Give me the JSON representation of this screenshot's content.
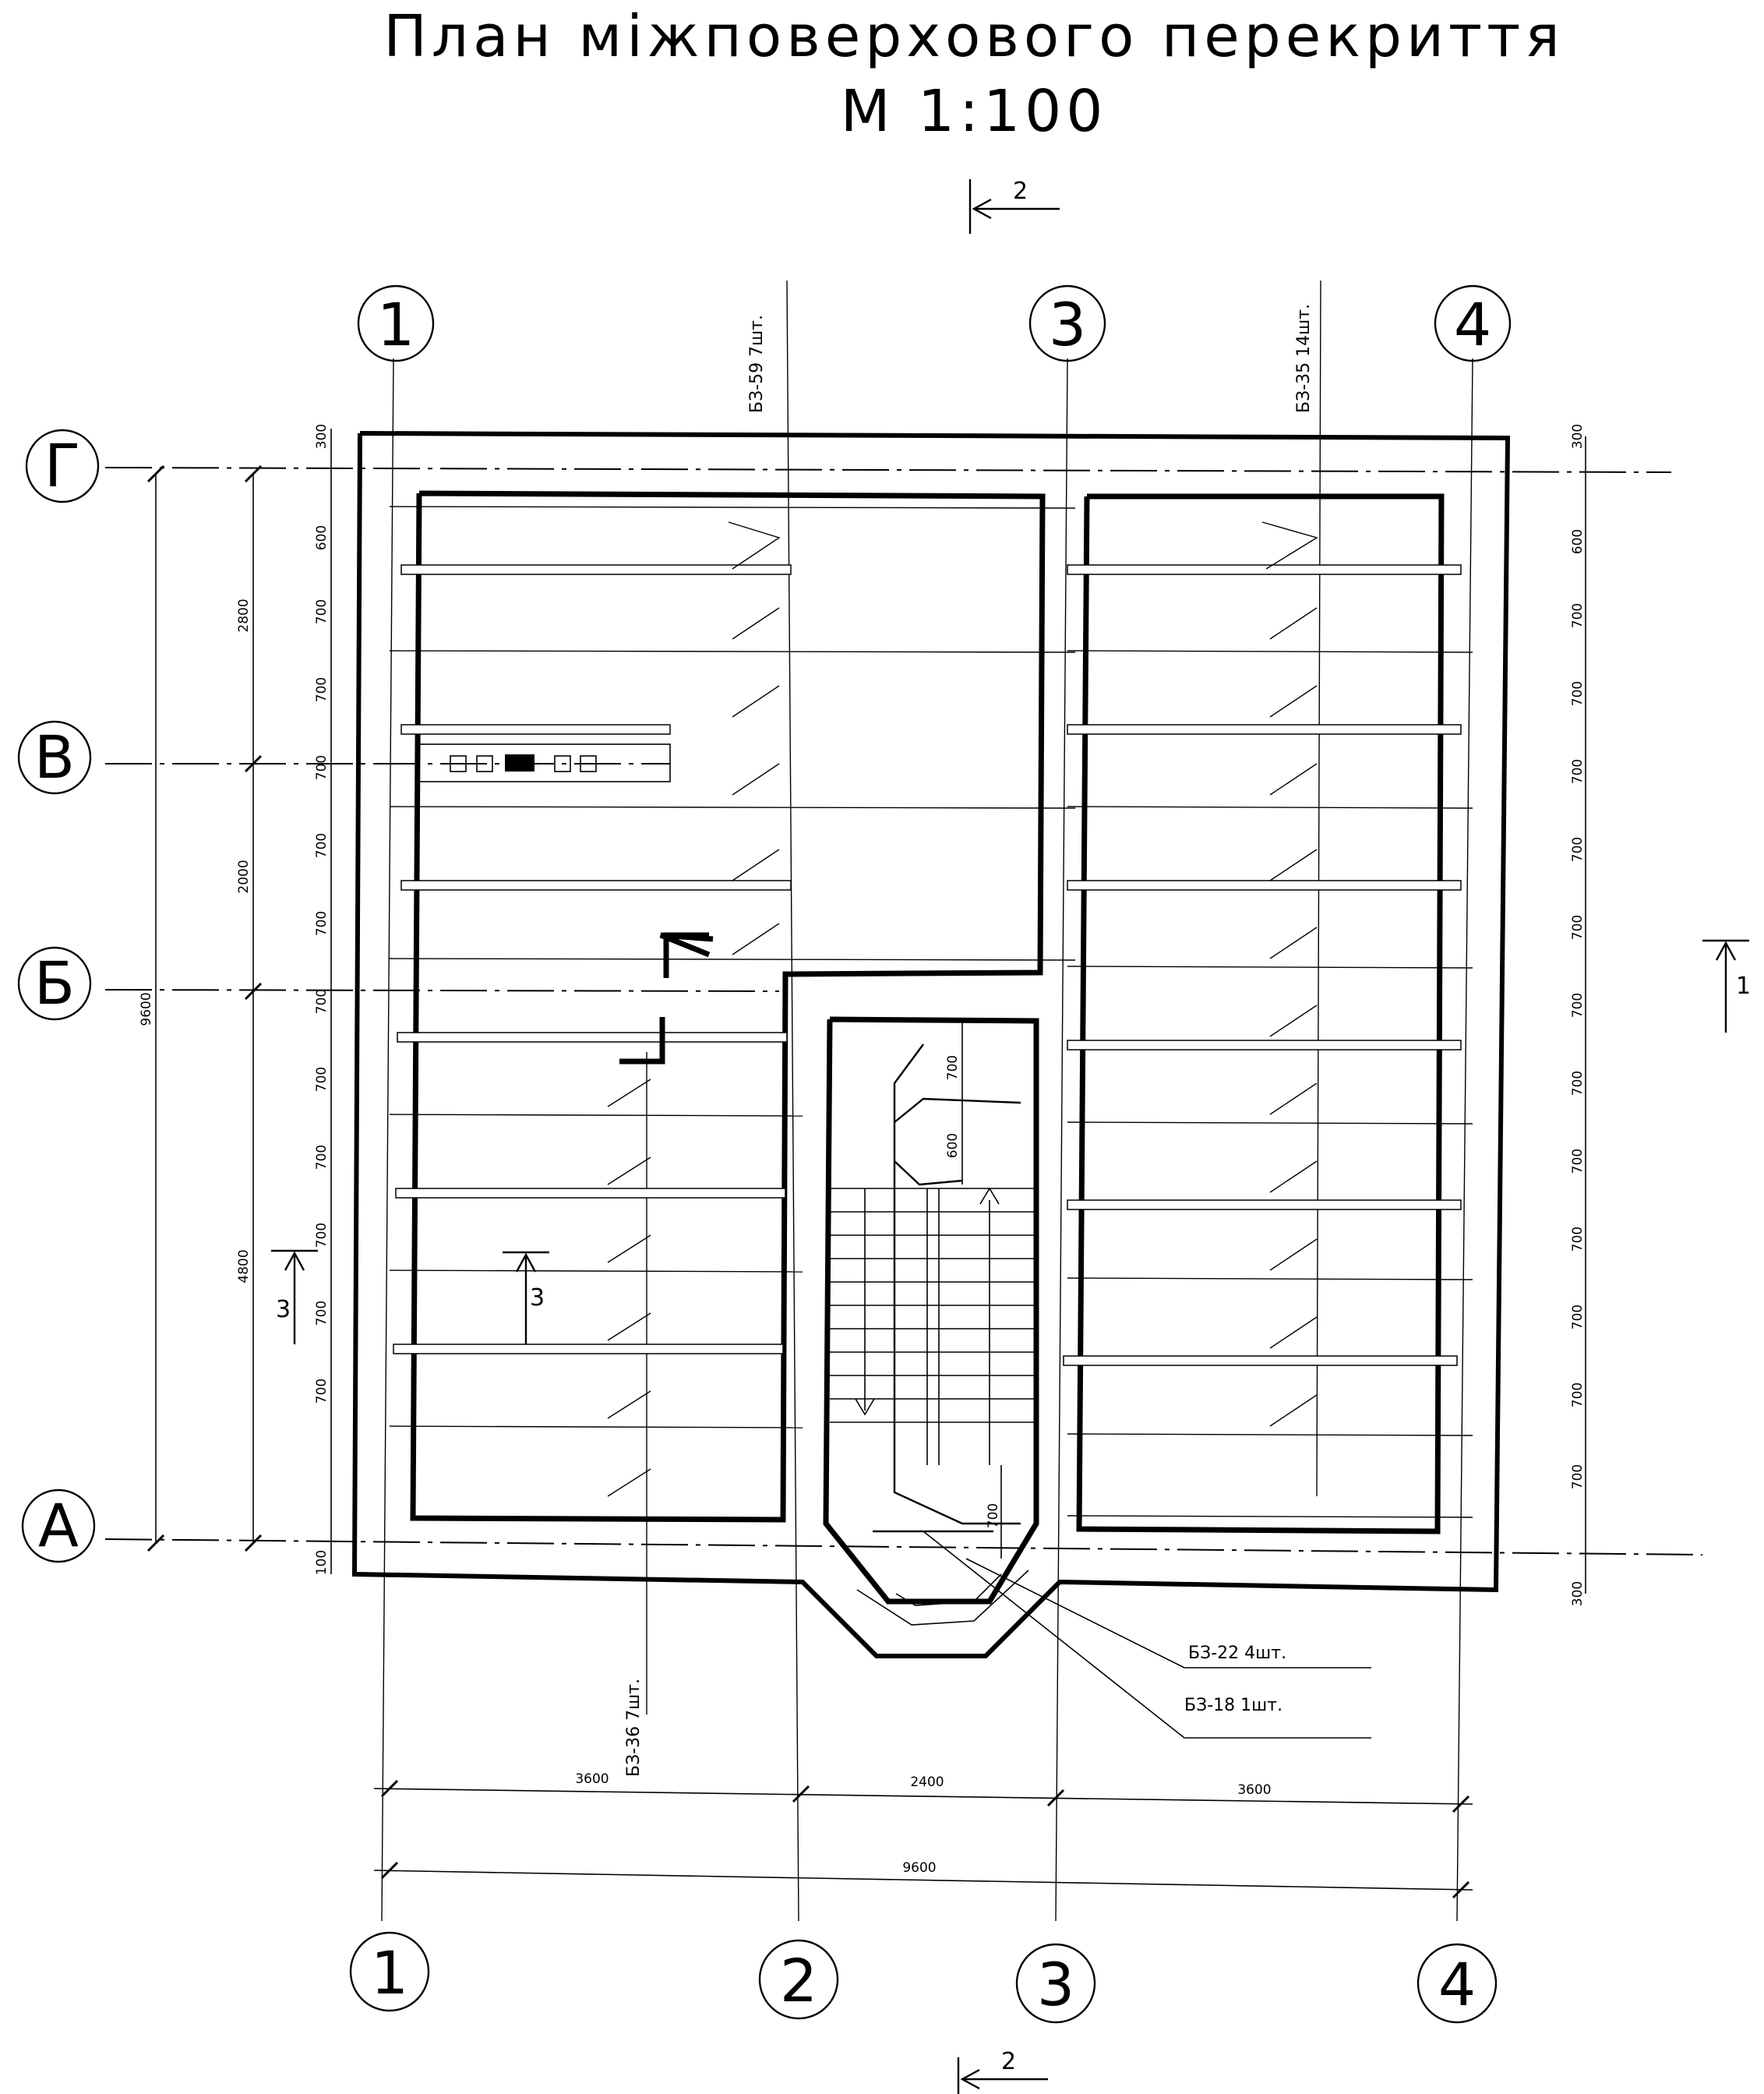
{
  "title": {
    "line1": "План міжповерхового перекриття",
    "line2": "М 1:100"
  },
  "axes": {
    "numbered_top": [
      "1",
      "3",
      "4"
    ],
    "numbered_bottom": [
      "1",
      "2",
      "3",
      "4"
    ],
    "lettered": [
      "Г",
      "В",
      "Б",
      "А"
    ]
  },
  "dimensions": {
    "left_total": "9600",
    "left_spans": [
      "2800",
      "2000",
      "4800"
    ],
    "left_chain": [
      "300",
      "600",
      "700",
      "700",
      "700",
      "700",
      "700",
      "700",
      "700",
      "700",
      "700",
      "700",
      "700",
      "100"
    ],
    "right_chain": [
      "300",
      "600",
      "700",
      "700",
      "700",
      "700",
      "700",
      "700",
      "700",
      "700",
      "700",
      "700",
      "700",
      "700",
      "300"
    ],
    "stair": [
      "700",
      "600",
      "700"
    ],
    "bottom_spans": [
      "3600",
      "2400",
      "3600"
    ],
    "bottom_total": "9600"
  },
  "marks": {
    "b3_59": "БЗ-59 7шт.",
    "b3_35": "БЗ-35 14шт.",
    "b3_36": "БЗ-36 7шт.",
    "b3_22": "БЗ-22 4шт.",
    "b3_18": "БЗ-18 1шт."
  },
  "sections": {
    "top": "2",
    "bottom": "2",
    "right": "1",
    "left": "3",
    "inner": "3"
  }
}
